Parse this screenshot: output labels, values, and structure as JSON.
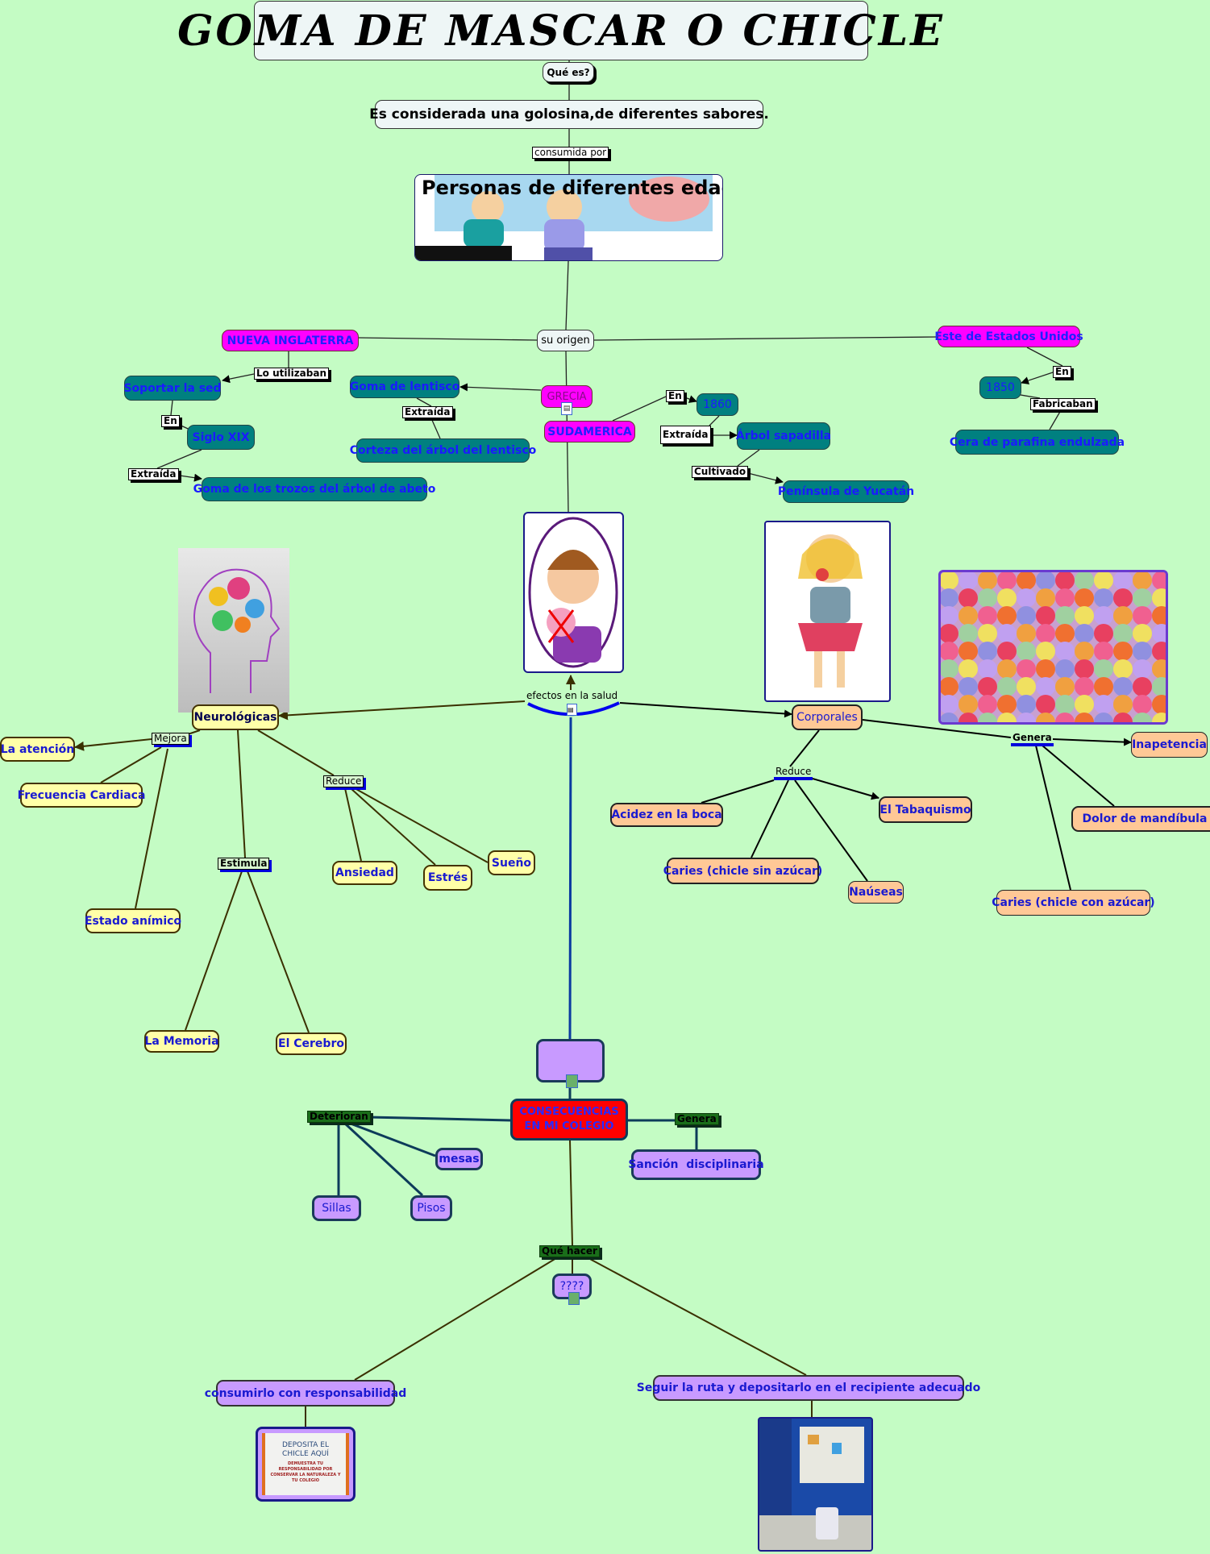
{
  "title": "GOMA DE MASCAR O CHICLE",
  "top": {
    "que_es": "Qué es?",
    "definicion": "Es considerada una golosina,de diferentes sabores.",
    "consumida_por": "consumida por",
    "personas": "Personas de diferentes edades"
  },
  "origen": {
    "su_origen": "su origen",
    "nueva_inglaterra": "NUEVA INGLATERRA",
    "lo_utilizaban": "Lo utilizaban",
    "soportar_sed": "Soportar la sed",
    "en_1": "En",
    "siglo_xix": "Siglo XIX",
    "extraida_1": "Extraída",
    "goma_abeto": "Goma de los trozos del árbol de abeto",
    "grecia": "GRECIA",
    "goma_lentisco": "Goma de lentisco",
    "extraida_2": "Extraída",
    "corteza": "Corteza del árbol del lentisco",
    "sudamerica": "SUDAMERICA",
    "en_2": "En",
    "y1860": "1860",
    "extraida_3": "Extraída",
    "arbol_sapadilla": "Árbol sapadilla",
    "cultivado": "Cultivado",
    "yucatan": "Península de Yucatán",
    "este_eeuu": "Este de Estados Unidos",
    "en_3": "En",
    "y1850": "1850",
    "fabricaban": "Fabricaban",
    "cera": "Cera de parafina endulzada"
  },
  "salud": {
    "efectos": "efectos en la salud",
    "neurologicas": "Neurológicas",
    "mejora": "Mejora",
    "atencion": "La atención",
    "frecuencia": "Frecuencia Cardiaca",
    "estado_animico": "Estado anímico",
    "estimula": "Estimula",
    "memoria": "La Memoria",
    "cerebro": "El Cerebro",
    "reduce_n": "Reduce",
    "ansiedad": "Ansiedad",
    "estres": "Estrés",
    "sueno": "Sueño",
    "corporales": "Corporales",
    "reduce_c": "Reduce",
    "acidez": "Acidez en la boca",
    "caries_sin": "Caries (chicle sin azúcar)",
    "nauseas": "Naúseas",
    "tabaquismo": "El Tabaquismo",
    "genera_c": "Genera",
    "inapetencia": "Inapetencia",
    "dolor": "Dolor de mandíbula",
    "caries_con": "Caries (chicle con azúcar)"
  },
  "colegio": {
    "consecuencias": "CONSECUENCIAS EN MI COLEGIO",
    "deterioran": "Deterioran",
    "mesas": "mesas",
    "sillas": "Sillas",
    "pisos": "Pisos",
    "genera": "Genera",
    "sancion": "Sanción  disciplinaria",
    "que_hacer": "Qué hacer",
    "incognita": "????",
    "consumirlo": "consumirlo con responsabilidad",
    "seguir": "Seguir la ruta y depositarlo en el recipiente adecuado",
    "sign_title": "DEPOSITA EL CHICLE AQUÍ",
    "sign_body": "DEMUESTRA TU RESPONSABILIDAD POR CONSERVAR LA NATURALEZA Y TU COLEGIO"
  },
  "colors": {
    "background": "#c4fcc4",
    "teal": "#008080",
    "magenta": "#ff00ff",
    "yellow": "#ffffa8",
    "peach": "#ffc896",
    "purple": "#c89aff",
    "red": "#ff0000"
  }
}
